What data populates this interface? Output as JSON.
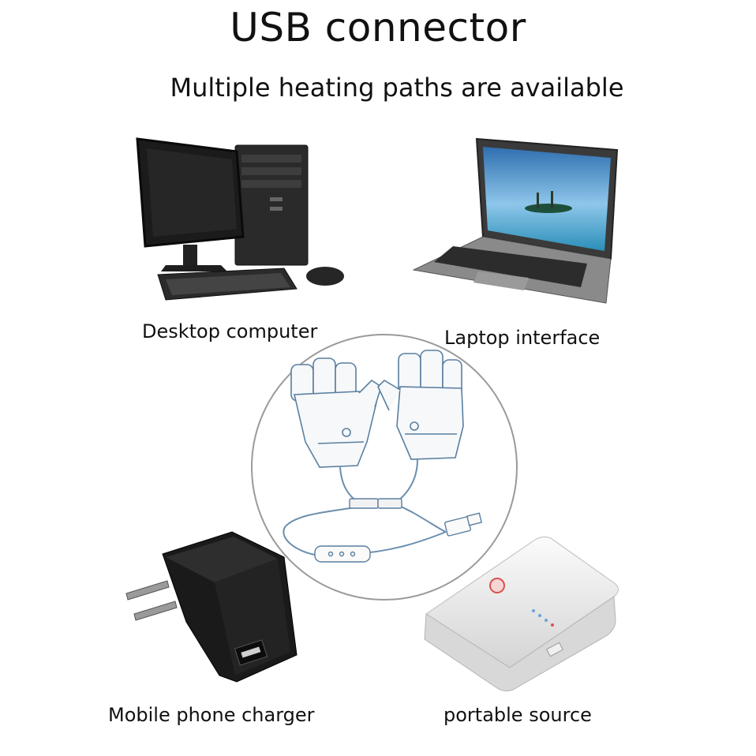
{
  "header": {
    "title": "USB connector",
    "subtitle": "Multiple heating paths are available"
  },
  "devices": {
    "desktop": "Desktop computer",
    "laptop": "Laptop interface",
    "charger": "Mobile phone charger",
    "power_bank": "portable source"
  },
  "colors": {
    "circle": "#9a9a9a",
    "glove_outline": "#5a7fa0",
    "cable": "#6b8fae",
    "dark_device": "#1a1a1a",
    "power_bank": "#e6e6e6",
    "power_button": "#d9534f"
  }
}
